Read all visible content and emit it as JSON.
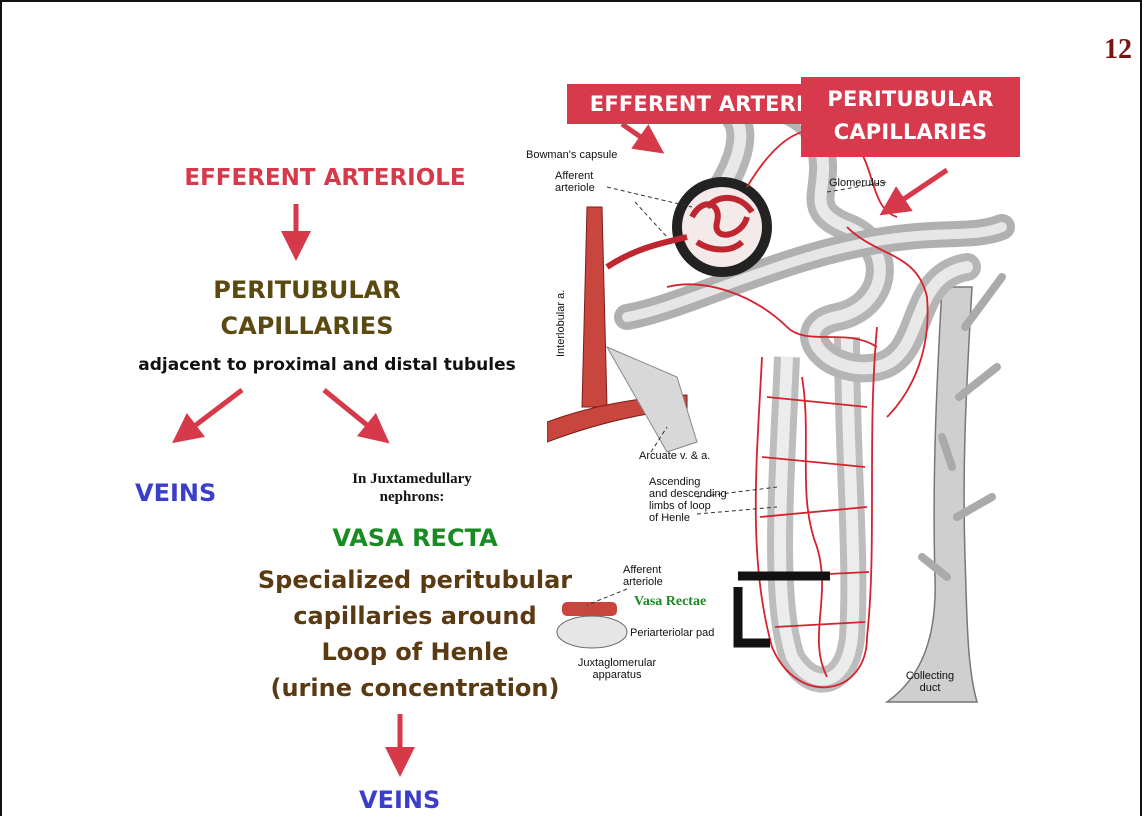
{
  "page_number": "12",
  "callouts": {
    "efferent": "EFFERENT ARTERIOLE",
    "peritubular_line1": "PERITUBULAR",
    "peritubular_line2": "CAPILLARIES"
  },
  "flow": {
    "efferent": "EFFERENT ARTERIOLE",
    "peritubular_line1": "PERITUBULAR",
    "peritubular_line2": "CAPILLARIES",
    "adjacent": "adjacent to proximal and distal tubules",
    "veins_left": "VEINS",
    "juxta_line1": "In Juxtamedullary",
    "juxta_line2": "nephrons:",
    "vasa_recta": "VASA RECTA",
    "specialized_lines": [
      "Specialized peritubular",
      "capillaries around",
      "Loop of Henle",
      "(urine concentration)"
    ],
    "veins_bottom": "VEINS"
  },
  "diagram_labels": {
    "bowmans_capsule": "Bowman's capsule",
    "afferent_1": "Afferent",
    "afferent_2": "arteriole",
    "glomerulus": "Glomerulus",
    "interlobular": "Interlobular a.",
    "arcuate": "Arcuate v. & a.",
    "ascending_1": "Ascending",
    "ascending_2": "and descending",
    "ascending_3": "limbs of loop",
    "ascending_4": "of Henle",
    "afferent2_1": "Afferent",
    "afferent2_2": "arteriole",
    "vasa_rectae": "Vasa Rectae",
    "periarteriolar": "Periarteriolar pad",
    "juxtaglomerular_1": "Juxtaglomerular",
    "juxtaglomerular_2": "apparatus",
    "collecting_1": "Collecting",
    "collecting_2": "duct"
  },
  "colors": {
    "callout_bg": "#d83a4d",
    "arrow": "#d5394a",
    "efferent_text": "#d5394a",
    "peritubular_text": "#5a4a12",
    "veins_text": "#3b3ec8",
    "vasa_text": "#1a8a22",
    "specialized_text": "#5a3a12",
    "page_number": "#7a1414"
  }
}
